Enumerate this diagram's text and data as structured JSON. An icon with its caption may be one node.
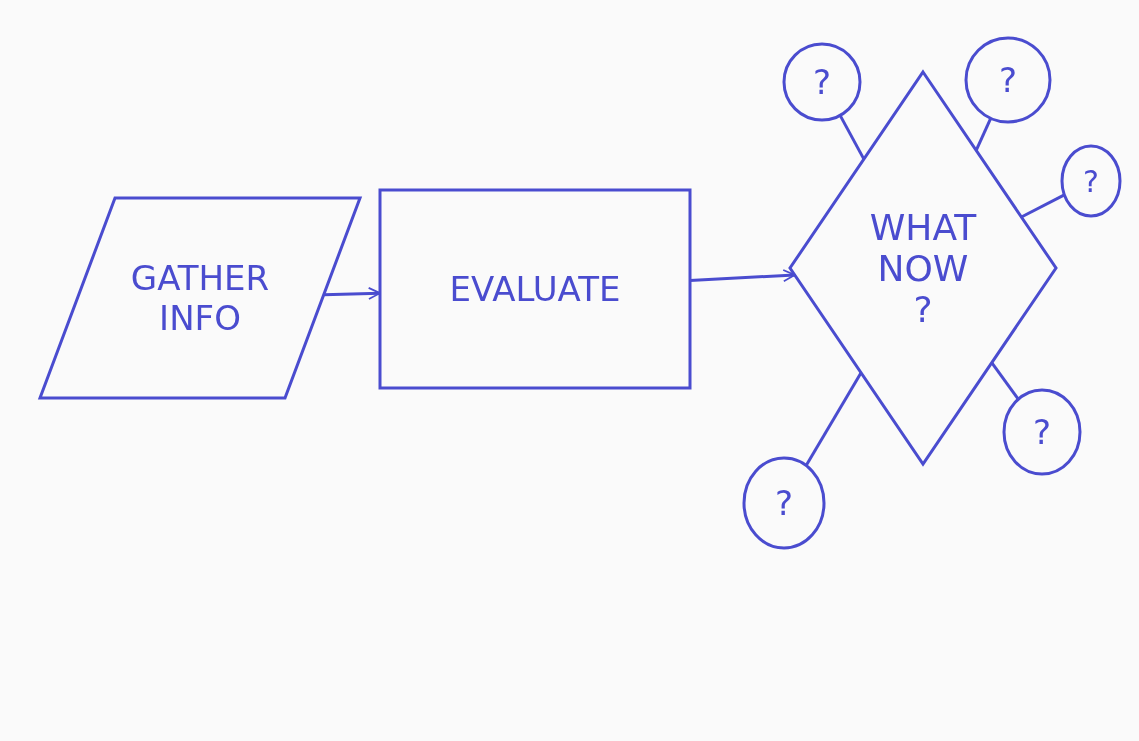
{
  "diagram": {
    "nodes": [
      {
        "text": [
          "GATHER INFO"
        ]
      },
      {
        "text": [
          "EVALUATE"
        ]
      },
      {
        "text": [
          "WHAT NOW ?"
        ]
      },
      {
        "text": [
          "?"
        ]
      },
      {
        "text": [
          "?"
        ]
      },
      {
        "text": [
          "?"
        ]
      },
      {
        "text": [
          "?"
        ]
      },
      {
        "text": [
          "?"
        ]
      }
    ],
    "edges": [
      {
        "from": 0,
        "to": 1,
        "arrow": "to"
      },
      {
        "from": 1,
        "to": 2,
        "arrow": "to"
      },
      {
        "from": 2,
        "to": 3,
        "arrow": "none"
      },
      {
        "from": 2,
        "to": 4,
        "arrow": "none"
      },
      {
        "from": 2,
        "to": 5,
        "arrow": "none"
      },
      {
        "from": 2,
        "to": 6,
        "arrow": "none"
      },
      {
        "from": 2,
        "to": 7,
        "arrow": "none"
      }
    ]
  }
}
